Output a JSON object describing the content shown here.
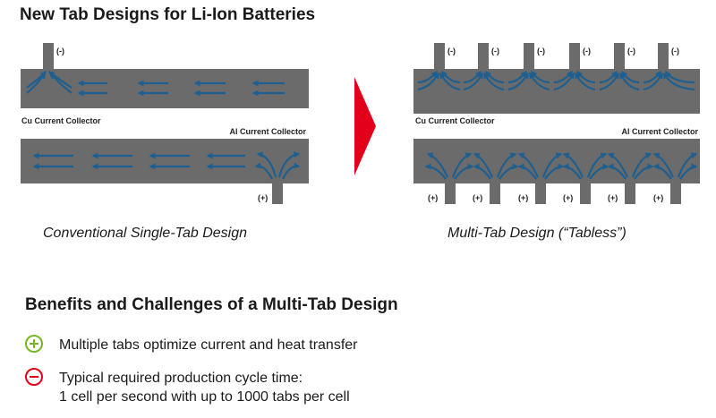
{
  "title": "New Tab Designs for Li-Ion Batteries",
  "left": {
    "caption": "Conventional Single-Tab Design",
    "cu_label": "Cu Current Collector",
    "al_label": "Al Current Collector",
    "neg_tab": "(-)",
    "pos_tab": "(+)"
  },
  "right": {
    "caption": "Multi-Tab Design (“Tabless”)",
    "cu_label": "Cu Current Collector",
    "al_label": "Al Current Collector",
    "neg_tabs": [
      "(-)",
      "(-)",
      "(-)",
      "(-)",
      "(-)",
      "(-)"
    ],
    "pos_tabs": [
      "(+)",
      "(+)",
      "(+)",
      "(+)",
      "(+)",
      "(+)"
    ]
  },
  "benefits": {
    "heading": "Benefits and Challenges of a Multi-Tab Design",
    "benefit": "Multiple tabs optimize current and heat transfer",
    "challenge_line1": "Typical required production cycle time:",
    "challenge_line2": "1 cell per second with up to 1000 tabs per cell"
  },
  "colors": {
    "collector": "#6b6b6b",
    "arrow": "#1f5f8f",
    "big_arrow": "#e2001a",
    "plus": "#76b82a",
    "minus": "#e2001a"
  },
  "icons": [
    "plus-circle-icon",
    "minus-circle-icon",
    "right-arrow-icon"
  ]
}
